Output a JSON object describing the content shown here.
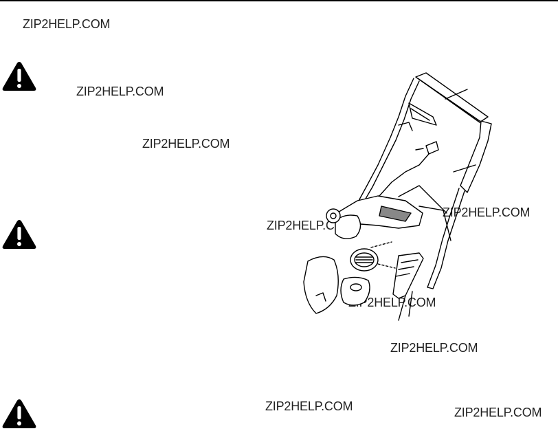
{
  "watermarks": [
    "ZIP2HELP.COM",
    "ZIP2HELP.COM",
    "ZIP2HELP.COM",
    "ZIP2HELP.COM",
    "ZIP2HELP.COM",
    "ZIP2HELP.COM",
    "ZIP2HELP.COM",
    "ZIP2HELP.COM",
    "ZIP2HELP.COM"
  ],
  "icons": {
    "warning": "warning-triangle-icon",
    "illustration": "lawn-mower-handle-assembly-illustration"
  },
  "colors": {
    "ink": "#000000",
    "background": "#ffffff"
  }
}
